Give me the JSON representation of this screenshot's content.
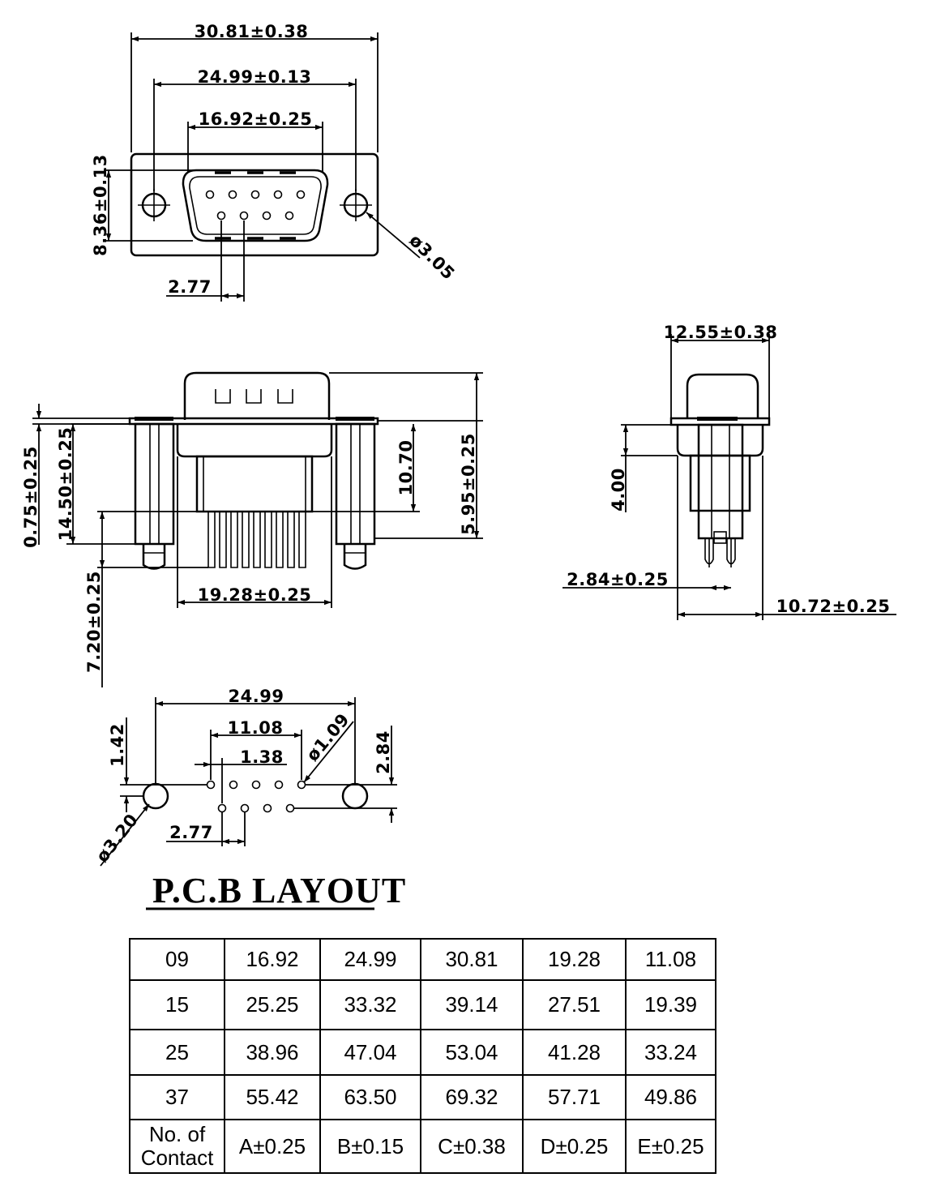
{
  "front_view": {
    "dims": {
      "c_overall": "30.81±0.38",
      "b_mount_spacing": "24.99±0.13",
      "a_shell_width": "16.92±0.25",
      "shell_height": "8.36±0.13",
      "pin_pitch": "2.77",
      "mount_hole": "ø3.05"
    }
  },
  "side_view": {
    "dims": {
      "flange_thickness": "0.75±0.25",
      "body_height": "14.50±0.25",
      "insulator_height": "10.70",
      "shell_height": "5.95±0.25",
      "d_body_width": "19.28±0.25",
      "pin_length": "7.20±0.25"
    }
  },
  "end_view": {
    "dims": {
      "flange_depth": "12.55±0.38",
      "body_depth": "4.00",
      "row_spacing": "2.84±0.25",
      "overall_depth": "10.72±0.25"
    }
  },
  "pcb_layout": {
    "title": "P.C.B LAYOUT",
    "dims": {
      "b_hole_spacing": "24.99",
      "e_pin_span": "11.08",
      "pin_offset": "1.38",
      "pin_hole": "ø1.09",
      "row_offset": "1.42",
      "row_spacing": "2.84",
      "pin_pitch": "2.77",
      "mount_hole": "ø3.20"
    }
  },
  "table": {
    "rows": [
      [
        "09",
        "16.92",
        "24.99",
        "30.81",
        "19.28",
        "11.08"
      ],
      [
        "15",
        "25.25",
        "33.32",
        "39.14",
        "27.51",
        "19.39"
      ],
      [
        "25",
        "38.96",
        "47.04",
        "53.04",
        "41.28",
        "33.24"
      ],
      [
        "37",
        "55.42",
        "63.50",
        "69.32",
        "57.71",
        "49.86"
      ]
    ],
    "header": {
      "contact_line1": "No. of",
      "contact_line2": "Contact",
      "a": "A±0.25",
      "b": "B±0.15",
      "c": "C±0.38",
      "d": "D±0.25",
      "e": "E±0.25"
    }
  }
}
